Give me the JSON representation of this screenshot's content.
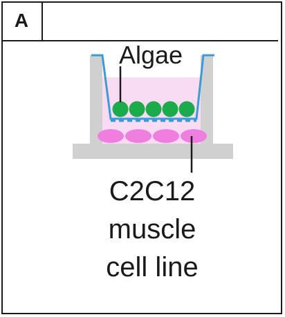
{
  "panel": {
    "label": "A"
  },
  "labels": {
    "algae": "Algae",
    "cells_line1": "C2C12",
    "cells_line2": "muscle",
    "cells_line3": "cell line"
  },
  "colors": {
    "algae": "#1cab4a",
    "muscle_cells": "#f07ee0",
    "medium": "#f9dcf4",
    "insert_outline": "#3b9ad9",
    "well_wall": "#d0d0d0",
    "leader_line": "#1a1a1a"
  },
  "counts": {
    "algae_cells": 5,
    "muscle_cells": 4
  }
}
